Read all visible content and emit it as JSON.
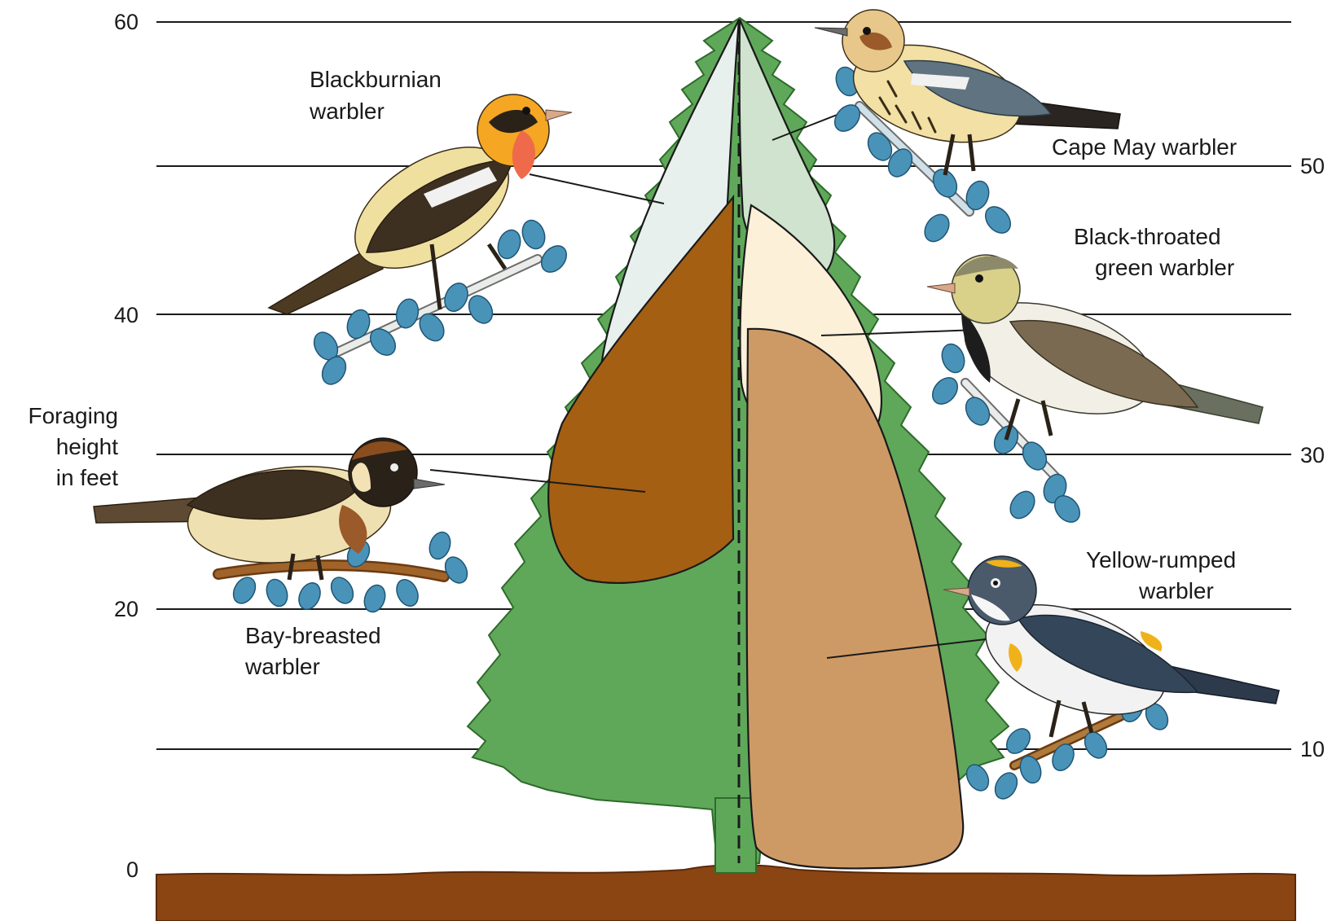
{
  "axis": {
    "label_lines": [
      "Foraging",
      "height",
      "in feet"
    ],
    "ticks_left": [
      "60",
      "40",
      "20",
      "0"
    ],
    "ticks_right": [
      "50",
      "30",
      "10"
    ]
  },
  "species": [
    {
      "name_lines": [
        "Blackburnian",
        "warbler"
      ]
    },
    {
      "name_lines": [
        "Cape May warbler"
      ]
    },
    {
      "name_lines": [
        "Black-throated",
        "green warbler"
      ]
    },
    {
      "name_lines": [
        "Bay-breasted",
        "warbler"
      ]
    },
    {
      "name_lines": [
        "Yellow-rumped",
        "warbler"
      ]
    }
  ],
  "colors": {
    "tree_foliage": "#5fa85a",
    "ground": "#8b4513",
    "foliage_sprig": "#4a93b8",
    "zone_blackburnian": "#e8f0ee",
    "zone_cape_may": "#cfe3cf",
    "zone_black_throated_green": "#fdf0d8",
    "zone_bay_breasted": "#a55f12",
    "zone_yellow_rumped": "#cd9a66"
  }
}
